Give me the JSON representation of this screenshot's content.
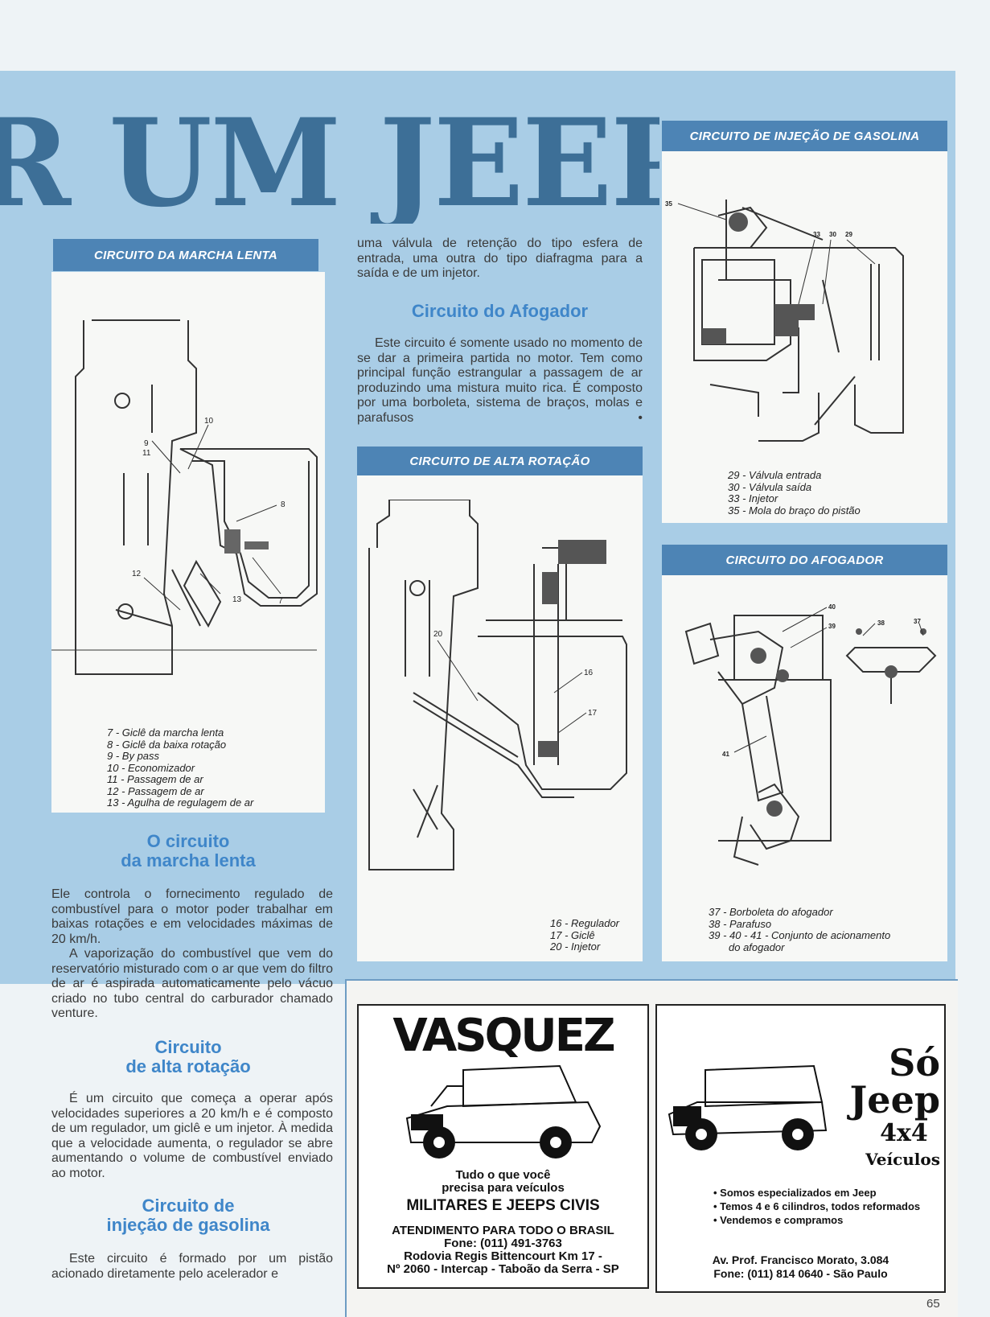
{
  "headline": "R UM JEEP?",
  "marcha_lenta": {
    "bar_title": "CIRCUITO DA MARCHA LENTA",
    "callouts": [
      "10",
      "9",
      "11",
      "8",
      "12",
      "13",
      "7"
    ],
    "legend": [
      "7 - Giclê da marcha lenta",
      "8 - Giclê da baixa rotação",
      "9 - By pass",
      "10 - Economizador",
      "11 - Passagem de ar",
      "12 - Passagem de ar",
      "13 - Agulha de regulagem de ar"
    ]
  },
  "alta_rotacao": {
    "bar_title": "CIRCUITO DE ALTA ROTAÇÃO",
    "callouts": [
      "20",
      "16",
      "17"
    ],
    "legend": [
      "16 - Regulador",
      "17 - Giclê",
      "20 - Injetor"
    ]
  },
  "injecao": {
    "bar_title": "CIRCUITO DE INJEÇÃO DE GASOLINA",
    "callouts": [
      "35",
      "33",
      "30",
      "29"
    ],
    "legend": [
      "29 - Válvula entrada",
      "30 - Válvula saída",
      "33 - Injetor",
      "35 - Mola do braço do pistão"
    ]
  },
  "afogador": {
    "bar_title": "CIRCUITO DO AFOGADOR",
    "callouts": [
      "40",
      "39",
      "38",
      "37",
      "41"
    ],
    "legend": [
      "37 - Borboleta do afogador",
      "38 - Parafuso",
      "39 - 40 - 41 - Conjunto de acionamento",
      "do afogador"
    ]
  },
  "article": {
    "col2_intro": "uma válvula de retenção do tipo esfera de entrada, uma outra do tipo diafragma para a saída e de um injetor.",
    "afogador_heading": "Circuito do Afogador",
    "afogador_text": "Este circuito é somente usado no momento de se dar a primeira partida no motor. Tem como principal função estrangular a passagem de ar produzindo uma mistura muito rica. É composto por uma borboleta, sistema de braços, molas e parafusos",
    "end_mark": "•",
    "marcha_heading_1": "O circuito",
    "marcha_heading_2": "da marcha lenta",
    "marcha_p1": "Ele controla o fornecimento regulado de combustível para o motor poder trabalhar em baixas rotações e em velocidades máximas de 20 km/h.",
    "marcha_p2": "A vaporização do combustível que vem do reservatório misturado com o ar que vem do filtro de ar é aspirada automaticamente pelo vácuo criado no tubo central do carburador chamado venture.",
    "alta_heading_1": "Circuito",
    "alta_heading_2": "de alta rotação",
    "alta_p1": "É um circuito que começa a operar após velocidades superiores a 20 km/h e é composto de um regulador, um giclê e um injetor. À medida que a velocidade aumenta, o regulador se abre aumentando o volume de combustível enviado ao motor.",
    "injecao_heading_1": "Circuito de",
    "injecao_heading_2": "injeção de gasolina",
    "injecao_p1": "Este circuito é formado por um pistão acionado diretamente pelo acelerador e"
  },
  "ad_vasquez": {
    "brand": "VASQUEZ",
    "line1": "Tudo o que você",
    "line2": "precisa para veículos",
    "line3": "MILITARES E JEEPS CIVIS",
    "line4": "ATENDIMENTO PARA TODO O BRASIL",
    "line5": "Fone: (011) 491-3763",
    "line6": "Rodovia Regis Bittencourt Km 17 -",
    "line7": "Nº 2060 - Intercap - Taboão da Serra - SP"
  },
  "ad_sojeep": {
    "brand1": "Só",
    "brand2": "Jeep",
    "brand3": "4x4",
    "brand4": "Veículos",
    "bullets": [
      "Somos especializados em Jeep",
      "Temos 4 e 6 cilindros, todos reformados",
      "Vendemos e compramos"
    ],
    "address": "Av. Prof. Francisco Morato, 3.084",
    "phone": "Fone: (011) 814 0640 - São Paulo"
  },
  "page_number": "65"
}
